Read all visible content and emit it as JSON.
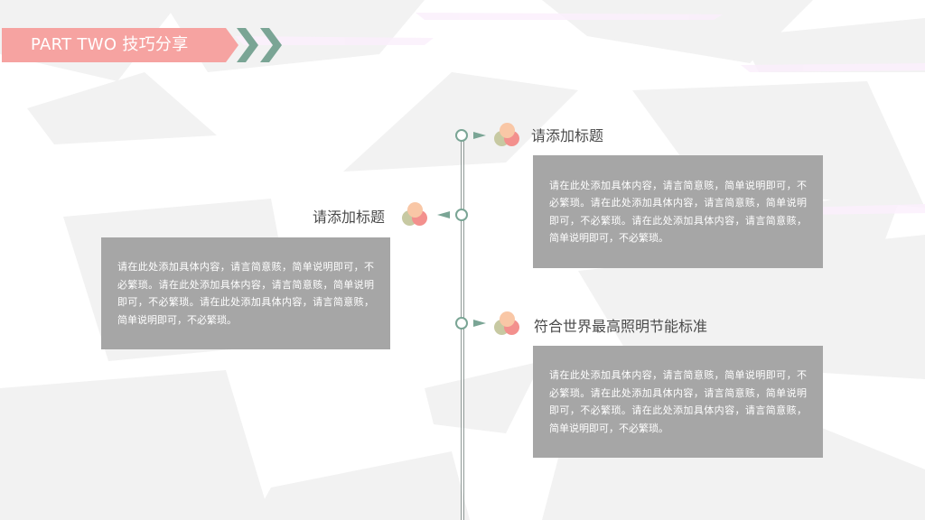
{
  "header": {
    "title": "PART TWO 技巧分享"
  },
  "colors": {
    "banner": "#f6a3a1",
    "chevron": "#7aa595",
    "card_bg": "#a6a6a6",
    "axis": "#8f9a97"
  },
  "timeline": {
    "items": [
      {
        "title": "请添加标题",
        "body": "请在此处添加具体内容，请言简意赅，简单说明即可，不必繁琐。请在此处添加具体内容，请言简意赅，简单说明即可，不必繁琐。请在此处添加具体内容，请言简意赅，简单说明即可，不必繁琐。"
      },
      {
        "title": "请添加标题",
        "body": "请在此处添加具体内容，请言简意赅，简单说明即可，不必繁琐。请在此处添加具体内容，请言简意赅，简单说明即可，不必繁琐。请在此处添加具体内容，请言简意赅，简单说明即可，不必繁琐。"
      },
      {
        "title": "符合世界最高照明节能标准",
        "body": "请在此处添加具体内容，请言简意赅，简单说明即可，不必繁琐。请在此处添加具体内容，请言简意赅，简单说明即可，不必繁琐。请在此处添加具体内容，请言简意赅，简单说明即可，不必繁琐。"
      }
    ]
  }
}
